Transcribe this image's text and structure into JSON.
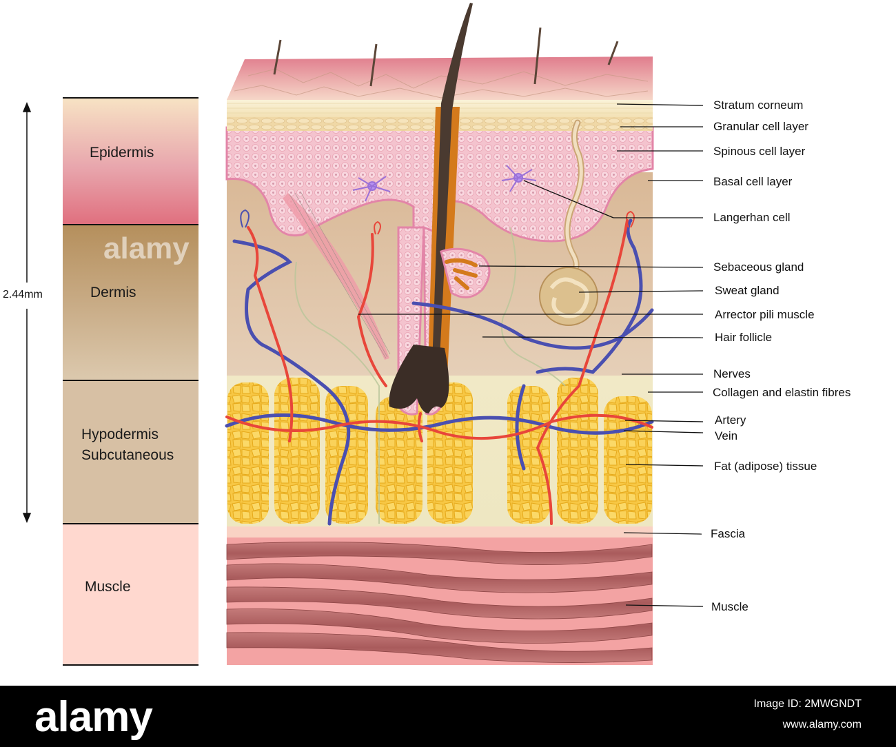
{
  "measurement": {
    "label": "2.44mm"
  },
  "layers": [
    {
      "name": "Epidermis",
      "color_top": "#f7e3c4",
      "color_bottom": "#e0707f"
    },
    {
      "name": "Dermis",
      "color_top": "#b58f5c",
      "color_bottom": "#dcc9ae"
    },
    {
      "name": "Hypodermis\nSubcutaneous",
      "color_top": "#d7c0a4",
      "color_bottom": "#d7c0a4"
    },
    {
      "name": "Muscle",
      "color_top": "#ffd8cf",
      "color_bottom": "#ffd8cf"
    }
  ],
  "callouts": [
    "Stratum corneum",
    "Granular cell layer",
    "Spinous cell layer",
    "Basal cell layer",
    "Langerhan cell",
    "Sebaceous gland",
    "Sweat gland",
    "Arrector pili muscle",
    "Hair follicle",
    "Nerves",
    "Collagen and elastin fibres",
    "Artery",
    "Vein",
    "Fat (adipose) tissue",
    "Fascia",
    "Muscle"
  ],
  "watermark": {
    "brand": "alamy",
    "image_id_label": "Image ID: 2MWGNDT",
    "site": "www.alamy.com"
  },
  "colors": {
    "artery": "#e8463a",
    "vein": "#4a4fb0",
    "fat": "#f4c232",
    "muscle": "#b56a6a",
    "hair": "#4a3a30"
  }
}
